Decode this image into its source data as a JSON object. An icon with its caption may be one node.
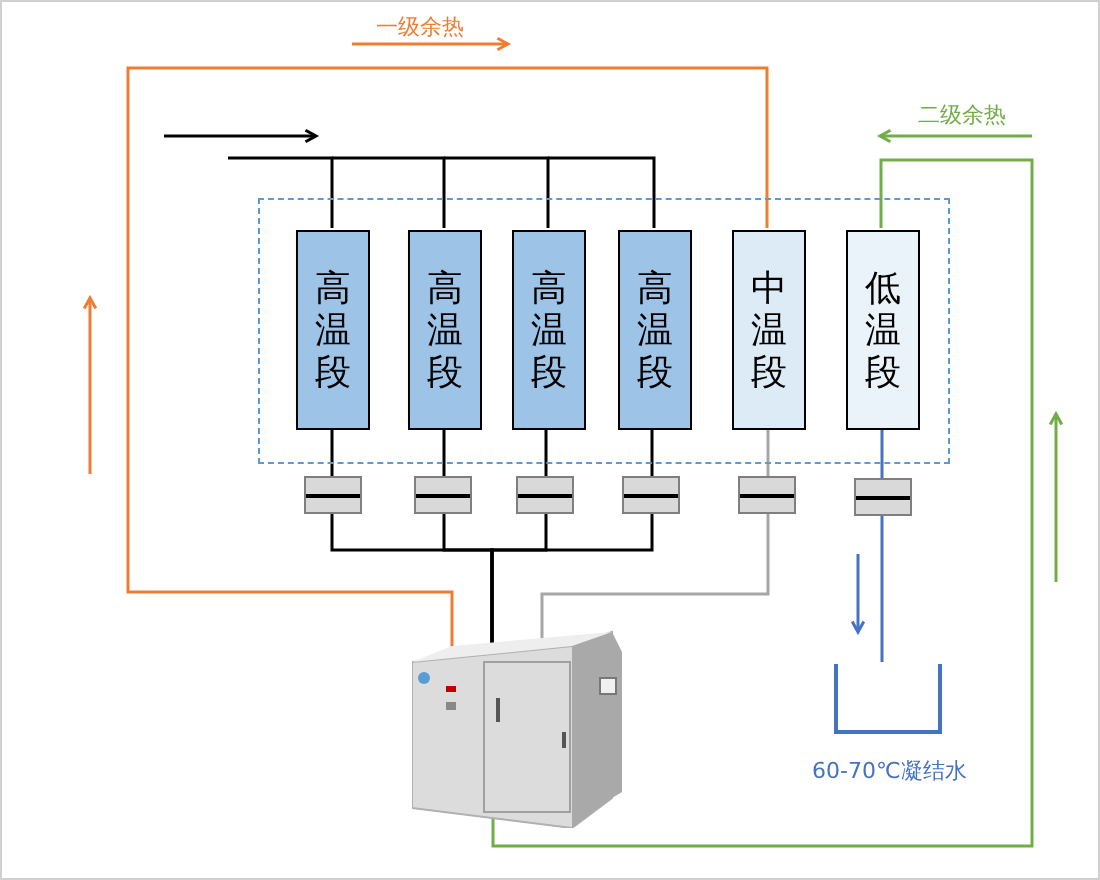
{
  "diagram": {
    "nodes": [
      {
        "text": [],
        "shape": "box"
      },
      {
        "text": [
          "高温段"
        ],
        "in": 0
      },
      {
        "text": [
          "高温段"
        ],
        "in": 0
      },
      {
        "text": [
          "高温段"
        ],
        "in": 0
      },
      {
        "text": [
          "高温段"
        ],
        "in": 0
      },
      {
        "text": [
          "中温段"
        ],
        "in": 0
      },
      {
        "text": [
          "低温段"
        ],
        "in": 0
      },
      {
        "text": [],
        "shape": "box"
      },
      {
        "text": [],
        "shape": "box"
      },
      {
        "text": [],
        "shape": "box"
      },
      {
        "text": [],
        "shape": "box"
      },
      {
        "text": [],
        "shape": "box"
      },
      {
        "text": [],
        "shape": "box"
      },
      {
        "text": [],
        "shape": "picture"
      },
      {
        "text": [
          "60-70℃凝结水"
        ]
      }
    ],
    "edges": [
      {
        "from": null,
        "to": 1,
        "arrow": "none"
      },
      {
        "from": null,
        "to": 2,
        "arrow": "none"
      },
      {
        "from": null,
        "to": 3,
        "arrow": "none"
      },
      {
        "from": null,
        "to": 4,
        "arrow": "none"
      },
      {
        "from": 1,
        "to": 7,
        "arrow": "none"
      },
      {
        "from": 2,
        "to": 8,
        "arrow": "none"
      },
      {
        "from": 3,
        "to": 9,
        "arrow": "none"
      },
      {
        "from": 4,
        "to": 10,
        "arrow": "none"
      },
      {
        "from": 5,
        "to": 11,
        "arrow": "none",
        "color": "#a6a6a6"
      },
      {
        "from": 6,
        "to": 12,
        "arrow": "none",
        "color": "#4472c4"
      },
      {
        "from": 7,
        "to": 13,
        "arrow": "none"
      },
      {
        "from": 8,
        "to": 13,
        "arrow": "none"
      },
      {
        "from": 9,
        "to": 13,
        "arrow": "none"
      },
      {
        "from": 10,
        "to": 13,
        "arrow": "none"
      },
      {
        "from": 11,
        "to": 13,
        "arrow": "none",
        "color": "#a6a6a6"
      },
      {
        "from": 12,
        "to": 14,
        "arrow": "none",
        "color": "#4472c4"
      },
      {
        "from": 13,
        "to": 5,
        "arrow": "none",
        "color": "#ed7d31"
      },
      {
        "from": 13,
        "to": 6,
        "arrow": "none",
        "color": "#70ad47"
      }
    ],
    "labels": [
      "一级余热",
      "二级余热"
    ]
  }
}
